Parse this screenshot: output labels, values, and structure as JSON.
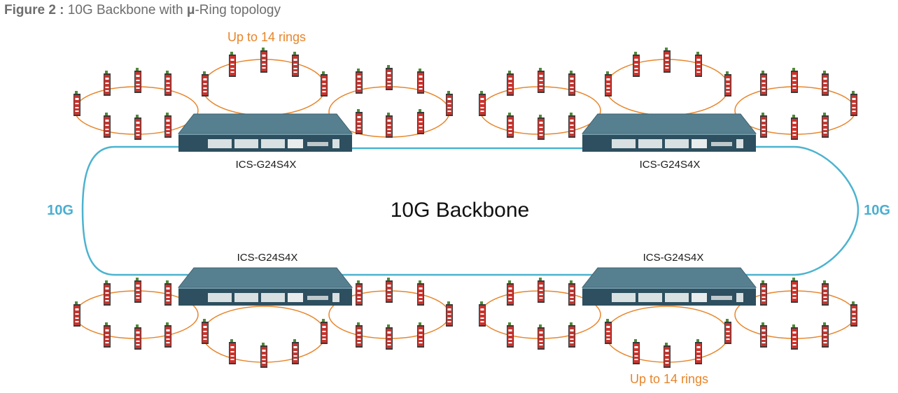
{
  "figure": {
    "prefix": "Figure 2 :",
    "title_before": " 10G Backbone with ",
    "title_symbol": "μ",
    "title_after": "-Ring topology"
  },
  "labels": {
    "ring_note_top": "Up to 14 rings",
    "ring_note_bottom": "Up to 14 rings",
    "backbone": "10G Backbone",
    "link_left": "10G",
    "link_right": "10G"
  },
  "switches": [
    {
      "model": "ICS-G24S4X"
    },
    {
      "model": "ICS-G24S4X"
    },
    {
      "model": "ICS-G24S4X"
    },
    {
      "model": "ICS-G24S4X"
    }
  ],
  "colors": {
    "backbone_link": "#4cb3cf",
    "ring_link": "#e8852a",
    "ring_note": "#e8852a",
    "link_label": "#4aaed0",
    "switch_top": "#56808f",
    "switch_front": "#2d4f5f",
    "device_body": "#c8352f",
    "device_frame": "#3c3c3c"
  }
}
